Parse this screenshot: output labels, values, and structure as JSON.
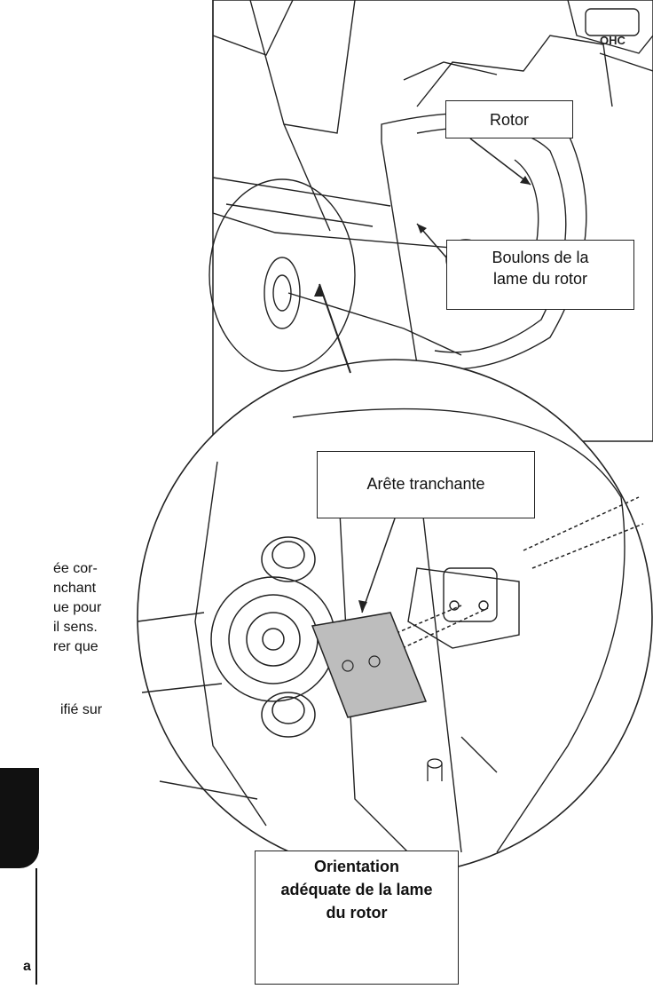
{
  "labels": {
    "rotor": "Rotor",
    "bolts_line1": "Boulons de la",
    "bolts_line2": "lame du rotor",
    "cutting_edge": "Arête tranchante",
    "orientation_line1": "Orientation",
    "orientation_line2": "adéquate de la lame",
    "orientation_line3": "du rotor"
  },
  "engine_badge": "OHC",
  "side_text": {
    "line1": "ée cor-",
    "line2": "nchant",
    "line3": "ue pour",
    "line4": "il sens.",
    "line5": "rer que",
    "line6": "ifié sur",
    "tab_letter": "a"
  }
}
